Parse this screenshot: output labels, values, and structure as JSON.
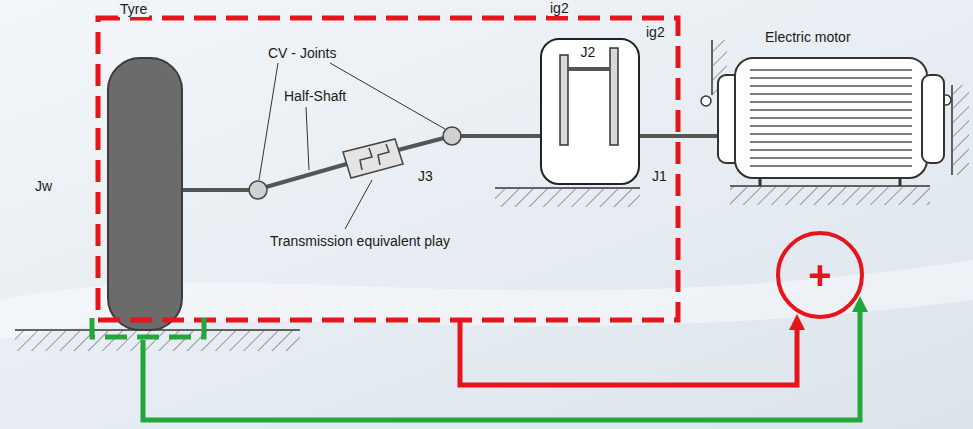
{
  "diagram": {
    "nodes": [
      {
        "text": [
          "J2"
        ]
      },
      {
        "text": [
          "+"
        ]
      }
    ],
    "labels": [
      "Tyre",
      "CV - Joints",
      "Half-Shaft",
      "ig2",
      "ig2",
      "Electric motor",
      "Jw",
      "Transmission equivalent play",
      "J3",
      "J1"
    ]
  }
}
